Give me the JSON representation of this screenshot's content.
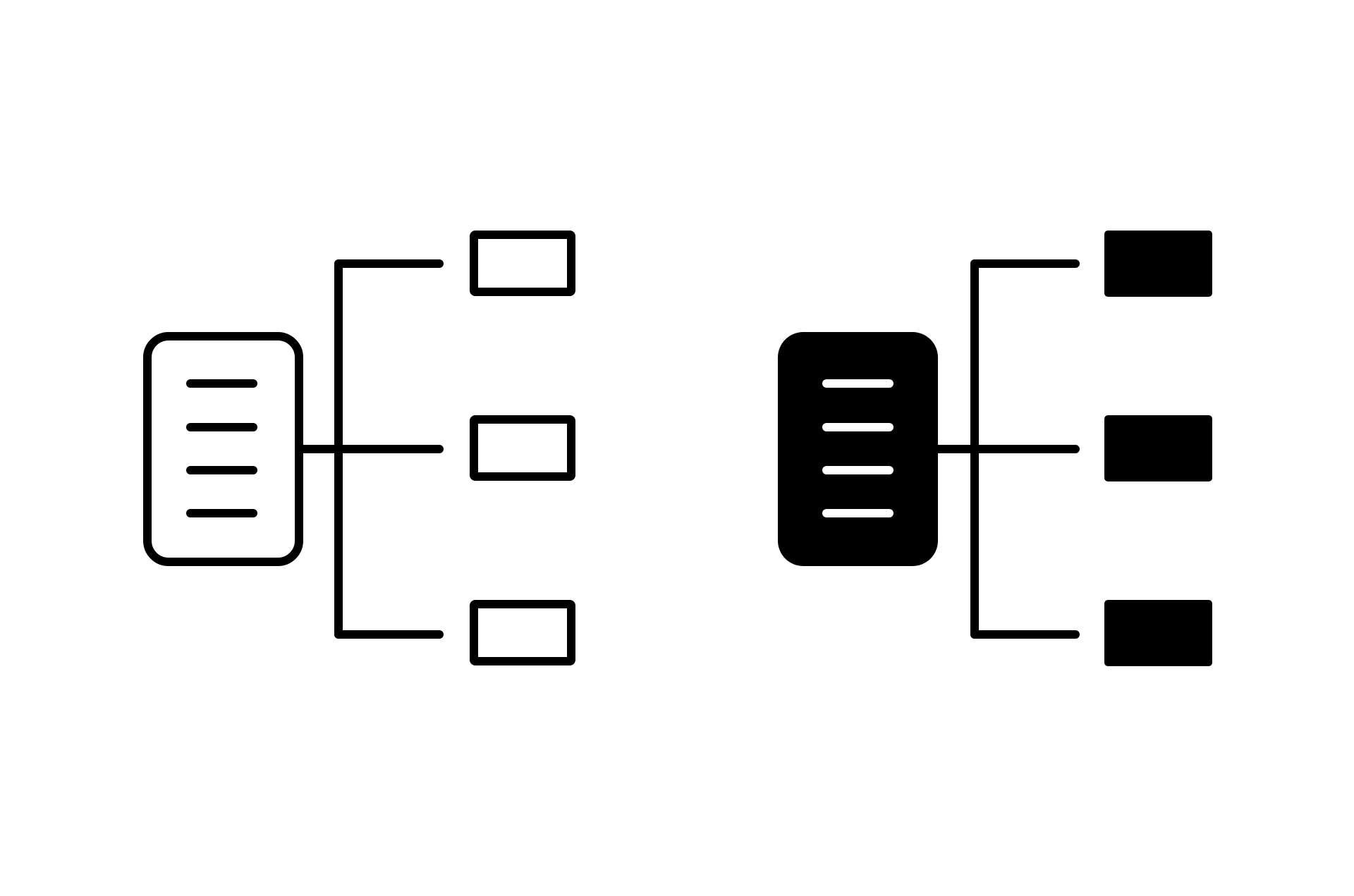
{
  "icons": [
    {
      "style": "outline",
      "icon": "sitemap-hierarchy-icon",
      "document": {
        "icon": "document-list-icon",
        "line_count": 4
      },
      "branches": 3
    },
    {
      "style": "filled",
      "icon": "sitemap-hierarchy-icon",
      "document": {
        "icon": "document-list-icon",
        "line_count": 4
      },
      "branches": 3
    }
  ],
  "colors": {
    "stroke": "#000000",
    "fill": "#000000",
    "background": "#ffffff",
    "inner_line_on_fill": "#ffffff"
  }
}
